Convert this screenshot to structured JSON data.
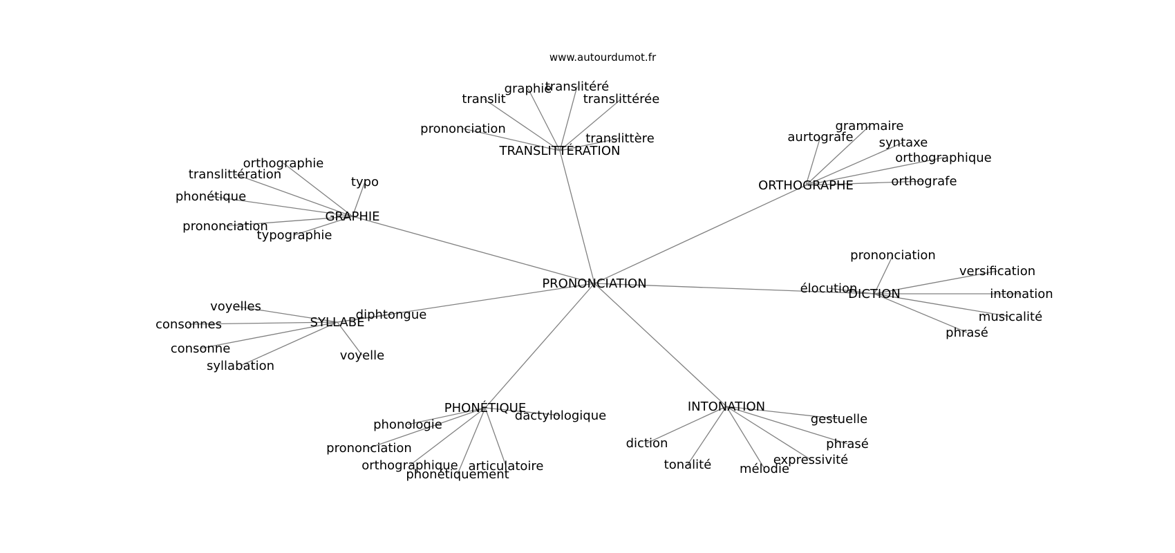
{
  "header": {
    "caption": "www.autourdumot.fr"
  },
  "graph": {
    "center": "PRONONCIATION",
    "clusters": [
      {
        "id": "translitteration",
        "label": "TRANSLITTÉRATION",
        "words": [
          "prononciation",
          "translit",
          "graphie",
          "translitéré",
          "translittérée",
          "translittère"
        ]
      },
      {
        "id": "orthographe",
        "label": "ORTHOGRAPHE",
        "words": [
          "aurtografe",
          "grammaire",
          "syntaxe",
          "orthographique",
          "orthografe"
        ]
      },
      {
        "id": "graphie",
        "label": "GRAPHIE",
        "words": [
          "orthographie",
          "translittération",
          "typo",
          "phonétique",
          "prononciation",
          "typographie"
        ]
      },
      {
        "id": "diction",
        "label": "DICTION",
        "words": [
          "prononciation",
          "versification",
          "élocution",
          "intonation",
          "musicalité",
          "phrasé"
        ]
      },
      {
        "id": "syllabe",
        "label": "SYLLABE",
        "words": [
          "voyelles",
          "diphtongue",
          "consonnes",
          "consonne",
          "syllabation",
          "voyelle"
        ]
      },
      {
        "id": "phonetique",
        "label": "PHONÉTIQUE",
        "words": [
          "dactylologique",
          "phonologie",
          "prononciation",
          "orthographique",
          "phonétiquement",
          "articulatoire"
        ]
      },
      {
        "id": "intonation",
        "label": "INTONATION",
        "words": [
          "gestuelle",
          "diction",
          "phrasé",
          "tonalité",
          "expressivité",
          "mélodie"
        ]
      }
    ]
  }
}
